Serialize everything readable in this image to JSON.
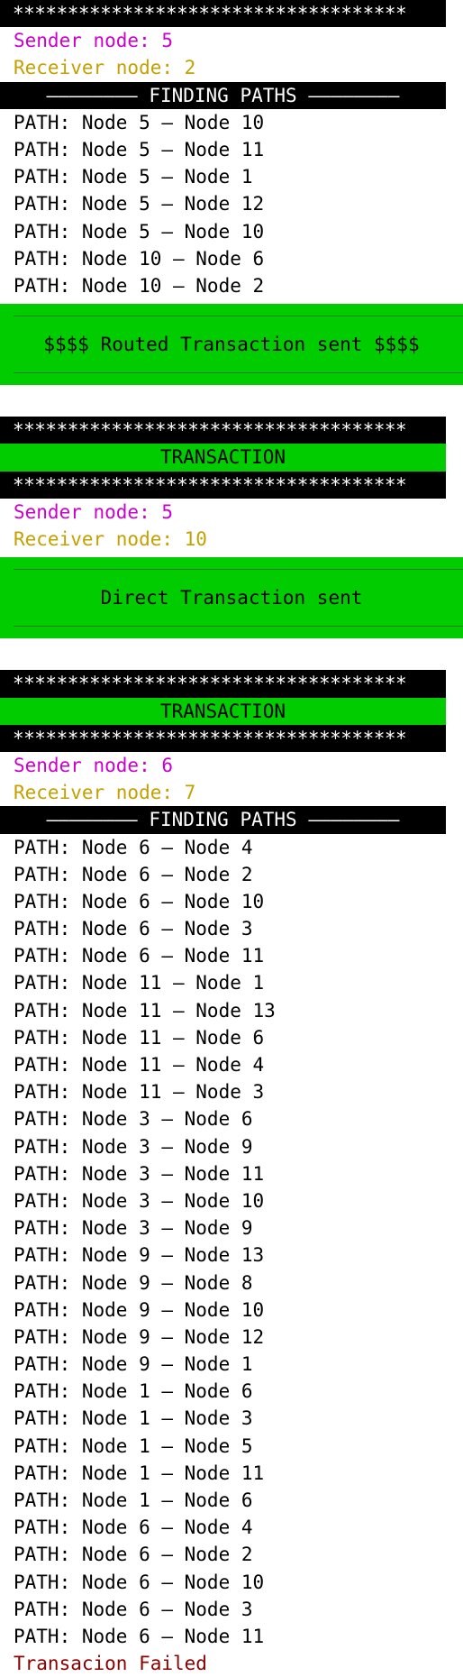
{
  "stars": "************************************",
  "separator_finding": "———————— FINDING PATHS ————————",
  "separator_finding_text": "FINDING PATHS",
  "transaction_label": "TRANSACTION",
  "block1": {
    "sender": "Sender node: 5",
    "receiver": "Receiver node: 2",
    "paths": [
      "PATH: Node 5 – Node 10",
      "PATH: Node 5 – Node 11",
      "PATH: Node 5 – Node 1",
      "PATH: Node 5 – Node 12",
      "PATH: Node 5 – Node 10",
      "PATH: Node 10 – Node 6",
      "PATH: Node 10 – Node 2"
    ],
    "result": "$$$$ Routed Transaction sent $$$$"
  },
  "block2": {
    "sender": "Sender node: 5",
    "receiver": "Receiver node: 10",
    "result": "Direct Transaction sent"
  },
  "block3": {
    "sender": "Sender node: 6",
    "receiver": "Receiver node: 7",
    "paths": [
      "PATH: Node 6 – Node 4",
      "PATH: Node 6 – Node 2",
      "PATH: Node 6 – Node 10",
      "PATH: Node 6 – Node 3",
      "PATH: Node 6 – Node 11",
      "PATH: Node 11 – Node 1",
      "PATH: Node 11 – Node 13",
      "PATH: Node 11 – Node 6",
      "PATH: Node 11 – Node 4",
      "PATH: Node 11 – Node 3",
      "PATH: Node 3 – Node 6",
      "PATH: Node 3 – Node 9",
      "PATH: Node 3 – Node 11",
      "PATH: Node 3 – Node 10",
      "PATH: Node 3 – Node 9",
      "PATH: Node 9 – Node 13",
      "PATH: Node 9 – Node 8",
      "PATH: Node 9 – Node 10",
      "PATH: Node 9 – Node 12",
      "PATH: Node 9 – Node 1",
      "PATH: Node 1 – Node 6",
      "PATH: Node 1 – Node 3",
      "PATH: Node 1 – Node 5",
      "PATH: Node 1 – Node 11",
      "PATH: Node 1 – Node 6",
      "PATH: Node 6 – Node 4",
      "PATH: Node 6 – Node 2",
      "PATH: Node 6 – Node 10",
      "PATH: Node 6 – Node 3",
      "PATH: Node 6 – Node 11"
    ],
    "result": "Transacion Failed"
  },
  "colors": {
    "sender": "#cc00cc",
    "receiver": "#c4a000",
    "banner_green": "#00cc00",
    "failed": "#8b0000"
  }
}
